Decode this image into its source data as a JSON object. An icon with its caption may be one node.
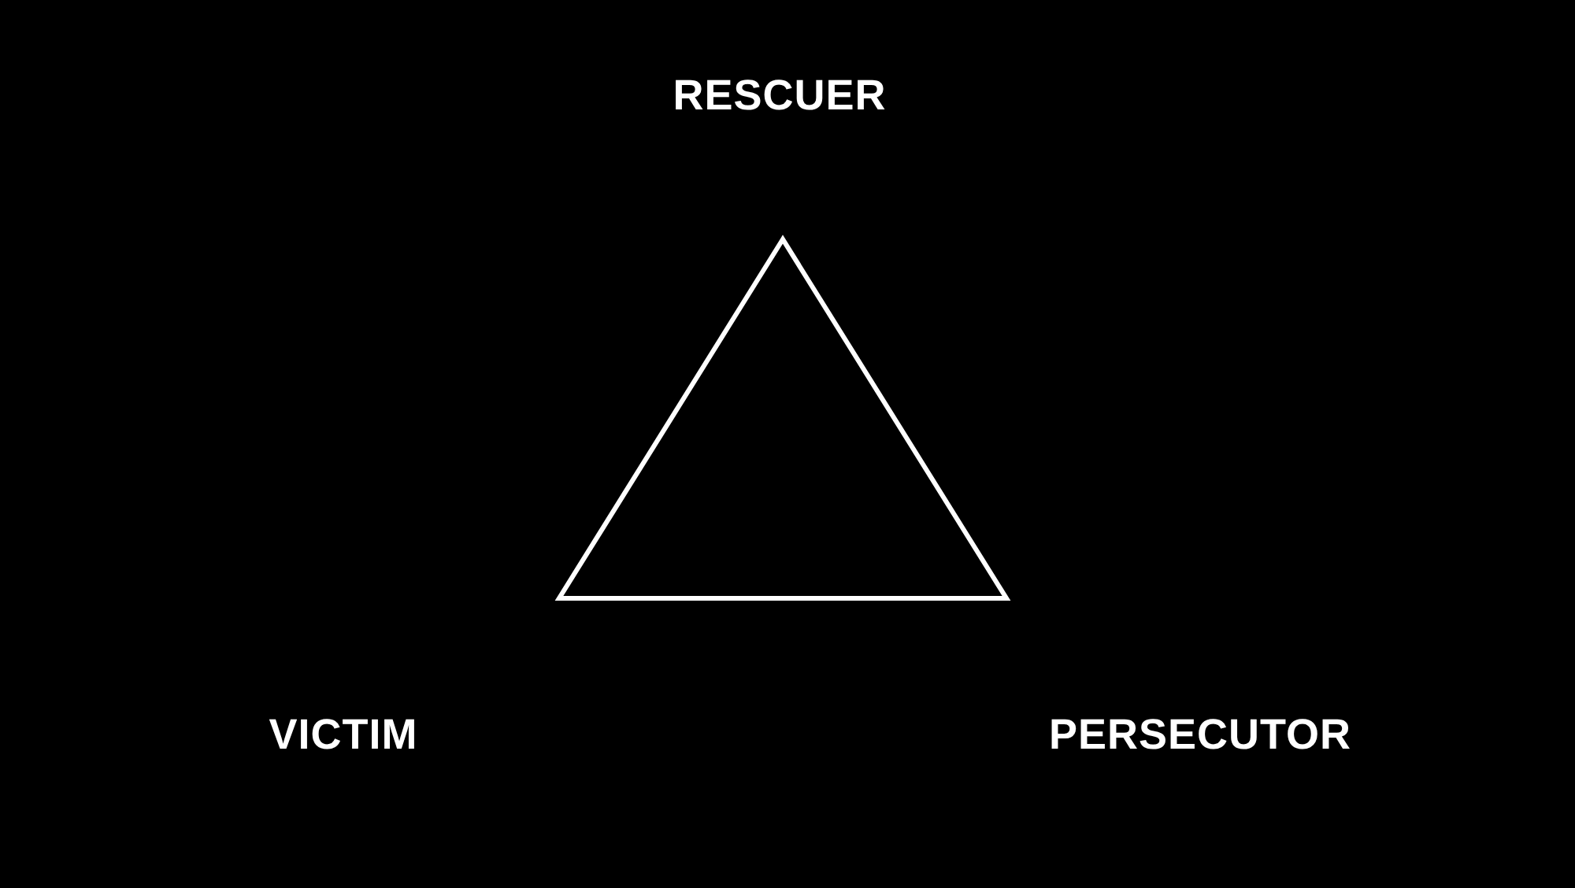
{
  "diagram": {
    "nodes": [
      {
        "text": [],
        "shape": "triangle"
      }
    ],
    "labels": [
      "RESCUER",
      "VICTIM",
      "PERSECUTOR"
    ]
  }
}
